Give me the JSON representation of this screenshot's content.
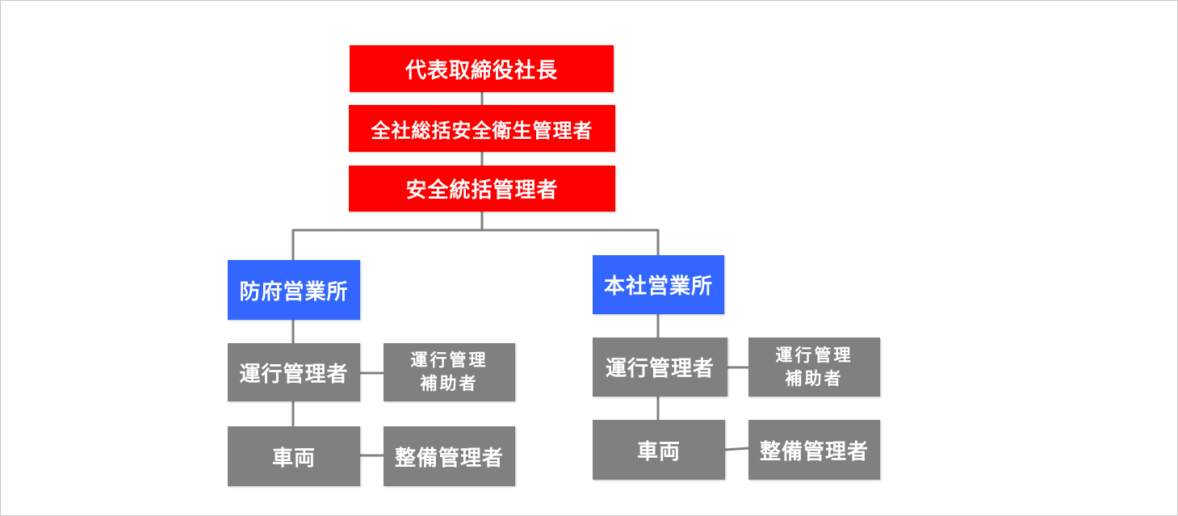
{
  "colors": {
    "executive": "#ff0000",
    "office": "#3366ff",
    "role": "#808080",
    "connector": "#808080"
  },
  "top": {
    "president": "代表取締役社長",
    "safety_health_manager": "全社総括安全衛生管理者",
    "safety_general_manager": "安全統括管理者"
  },
  "offices": {
    "hofu": {
      "name": "防府営業所",
      "operations_manager": "運行管理者",
      "operations_assistant": "運行管理\n補助者",
      "vehicles": "車両",
      "maintenance_manager": "整備管理者"
    },
    "head": {
      "name": "本社営業所",
      "operations_manager": "運行管理者",
      "operations_assistant": "運行管理\n補助者",
      "vehicles": "車両",
      "maintenance_manager": "整備管理者"
    }
  }
}
